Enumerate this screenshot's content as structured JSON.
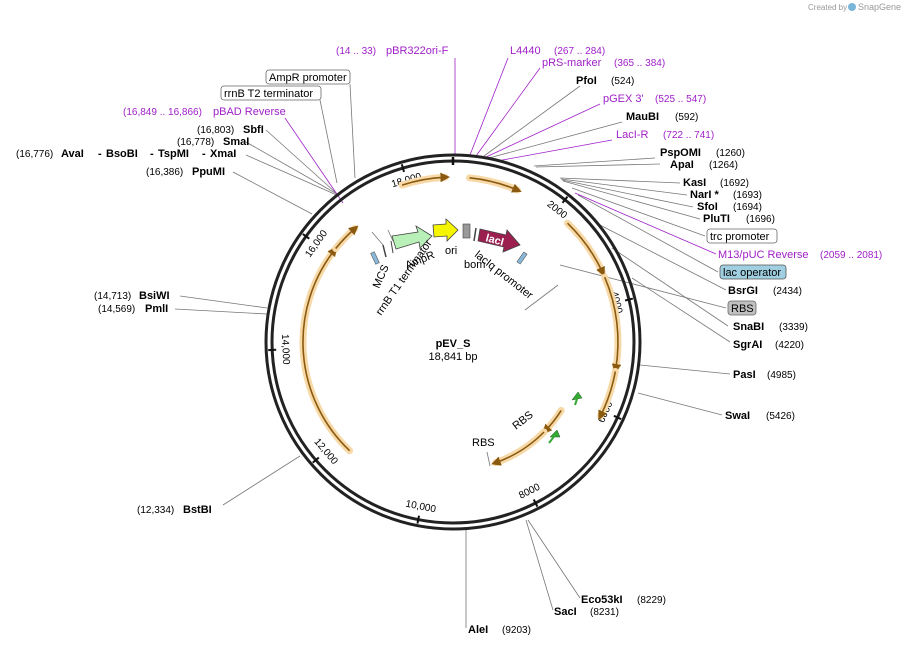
{
  "header": {
    "created_by": "Created by",
    "brand": "SnapGene"
  },
  "plasmid": {
    "name": "pEV_S",
    "length": "18,841 bp"
  },
  "ticks": [
    "2000",
    "4000",
    "6000",
    "8000",
    "10,000",
    "12,000",
    "14,000",
    "16,000",
    "18,000"
  ],
  "features": {
    "mcs": "MCS",
    "ampr": "AmpR",
    "ori": "ori",
    "bom": "bom",
    "laci": "lacI",
    "laciq": "lacIq promoter",
    "rrnb_t1": "rrnB T1 terminator",
    "rbs1": "RBS",
    "rbs2": "RBS"
  },
  "primers": [
    {
      "pos": "(14 .. 33)",
      "name": "pBR322ori-F"
    },
    {
      "pos": "(267 .. 284)",
      "name": "L4440"
    },
    {
      "pos": "(365 .. 384)",
      "name": "pRS-marker"
    },
    {
      "pos": "(525 .. 547)",
      "name": "pGEX 3'"
    },
    {
      "pos": "(722 .. 741)",
      "name": "LacI-R"
    },
    {
      "pos": "(2059 .. 2081)",
      "name": "M13/pUC Reverse"
    },
    {
      "pos": "(16,849 .. 16,866)",
      "name": "pBAD Reverse"
    }
  ],
  "boxed": {
    "ampr_promoter": "AmpR promoter",
    "rrnb_t2": "rrnB T2 terminator",
    "trc_promoter": "trc promoter",
    "lac_operator": "lac operator",
    "rbs": "RBS"
  },
  "right_sites": [
    {
      "name": "PfoI",
      "pos": "(524)"
    },
    {
      "name": "MauBI",
      "pos": "(592)"
    },
    {
      "name": "PspOMI",
      "pos": "(1260)"
    },
    {
      "name": "ApaI",
      "pos": "(1264)"
    },
    {
      "name": "KasI",
      "pos": "(1692)"
    },
    {
      "name": "NarI *",
      "pos": "(1693)"
    },
    {
      "name": "SfoI",
      "pos": "(1694)"
    },
    {
      "name": "PluTI",
      "pos": "(1696)"
    },
    {
      "name": "BsrGI",
      "pos": "(2434)"
    },
    {
      "name": "SnaBI",
      "pos": "(3339)"
    },
    {
      "name": "SgrAI",
      "pos": "(4220)"
    },
    {
      "name": "PasI",
      "pos": "(4985)"
    },
    {
      "name": "SwaI",
      "pos": "(5426)"
    }
  ],
  "bottom_sites": [
    {
      "name": "Eco53kI",
      "pos": "(8229)"
    },
    {
      "name": "SacI",
      "pos": "(8231)"
    },
    {
      "name": "AleI",
      "pos": "(9203)"
    }
  ],
  "left_sites": [
    {
      "name": "SbfI",
      "pos": "(16,803)"
    },
    {
      "name": "SmaI",
      "pos": "(16,778)"
    },
    {
      "name": "AvaI",
      "pos": "(16,776)"
    },
    {
      "name": "BsoBI",
      "pos": ""
    },
    {
      "name": "TspMI",
      "pos": ""
    },
    {
      "name": "XmaI",
      "pos": ""
    },
    {
      "name": "PpuMI",
      "pos": "(16,386)"
    },
    {
      "name": "BsiWI",
      "pos": "(14,713)"
    },
    {
      "name": "PmlI",
      "pos": "(14,569)"
    },
    {
      "name": "BstBI",
      "pos": "(12,334)"
    }
  ],
  "colors": {
    "backbone": "#222222",
    "orf_fill": "#f7d9a8",
    "orf_arrow": "#8a5a10",
    "primer": "#a020c8",
    "ampr": "#b8f0b8",
    "ori": "#f5f500",
    "laci": "#9b2050",
    "lac_operator_box": "#9fcfe0",
    "rbs_box": "#c0c0c0"
  }
}
